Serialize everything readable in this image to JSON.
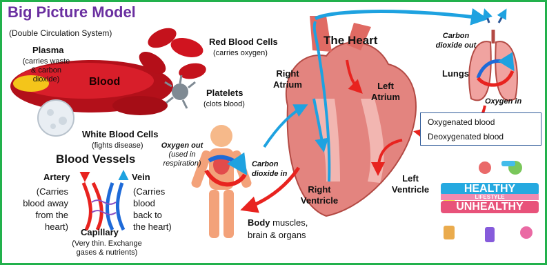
{
  "header": {
    "title": "Big Picture Model",
    "subtitle": "(Double Circulation System)"
  },
  "blood": {
    "plasma_title": "Plasma",
    "plasma_lines": [
      "(carries waste",
      "& carbon",
      "dioxide)"
    ],
    "label": "Blood",
    "rbc_title": "Red Blood Cells",
    "rbc_desc": "(carries oxygen)",
    "platelets_title": "Platelets",
    "platelets_desc": "(clots blood)",
    "wbc_title": "White Blood Cells",
    "wbc_desc": "(fights disease)"
  },
  "vessels": {
    "title": "Blood Vessels",
    "artery_title": "Artery",
    "artery_lines": [
      "(Carries",
      "blood away",
      "from the",
      "heart)"
    ],
    "vein_title": "Vein",
    "vein_lines": [
      "(Carries",
      "blood",
      "back to",
      "the heart)"
    ],
    "capillary_title": "Capillary",
    "capillary_lines": [
      "(Very thin. Exchange",
      "gases & nutrients)"
    ]
  },
  "body": {
    "oxygen_out_lines": [
      "Oxygen out",
      "(used in",
      "respiration)"
    ],
    "co2_in_lines": [
      "Carbon",
      "dioxide in"
    ],
    "body_bold": "Body",
    "body_rest": " muscles,",
    "body_line2": "brain & organs"
  },
  "heart": {
    "title": "The Heart",
    "right_atrium": [
      "Right",
      "Atrium"
    ],
    "left_atrium": [
      "Left",
      "Atrium"
    ],
    "right_ventricle": [
      "Right",
      "Ventricle"
    ],
    "left_ventricle": [
      "Left",
      "Ventricle"
    ]
  },
  "lungs": {
    "co2_out_lines": [
      "Carbon",
      "dioxide out"
    ],
    "label": "Lungs",
    "oxygen_in": "Oxygen in"
  },
  "legend": {
    "oxygenated": "Oxygenated blood",
    "deoxygenated": "Deoxygenated blood",
    "oxygenated_color": "#e8231f",
    "deoxygenated_color": "#1ea2e0"
  },
  "lifestyle": {
    "healthy": "HEALTHY",
    "lifestyle": "LIFESTYLE",
    "unhealthy": "UNHEALTHY"
  },
  "colors": {
    "frame": "#22b14c",
    "title": "#6a2fa0"
  }
}
